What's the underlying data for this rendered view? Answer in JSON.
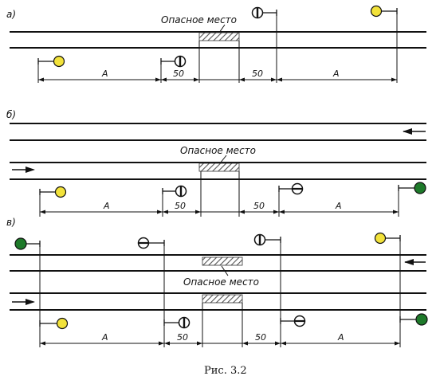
{
  "caption": "Рис.  3.2",
  "colors": {
    "yellow": "#f2e23a",
    "green": "#1e7a2a",
    "rail": "#111111",
    "hatch": "#555555"
  },
  "panel_a": {
    "label": "а)",
    "danger": "Опасное место",
    "dims": [
      "A",
      "50",
      "50",
      "A"
    ],
    "signals": [
      "yellow",
      "stop-bar",
      "stop-bar",
      "yellow"
    ]
  },
  "panel_b": {
    "label": "б)",
    "danger": "Опасное место",
    "dims": [
      "A",
      "50",
      "50",
      "A"
    ],
    "signals": [
      "yellow",
      "stop-bar",
      "stop-slash",
      "green"
    ],
    "arrows": [
      "left-arrow",
      "right-arrow"
    ]
  },
  "panel_c": {
    "label": "в)",
    "danger": "Опасное место",
    "dims": [
      "A",
      "50",
      "50",
      "A"
    ],
    "signals": [
      "green",
      "stop-slash",
      "stop-bar",
      "yellow",
      "yellow",
      "stop-bar",
      "stop-slash",
      "green"
    ],
    "arrows": [
      "left-arrow",
      "right-arrow"
    ]
  }
}
